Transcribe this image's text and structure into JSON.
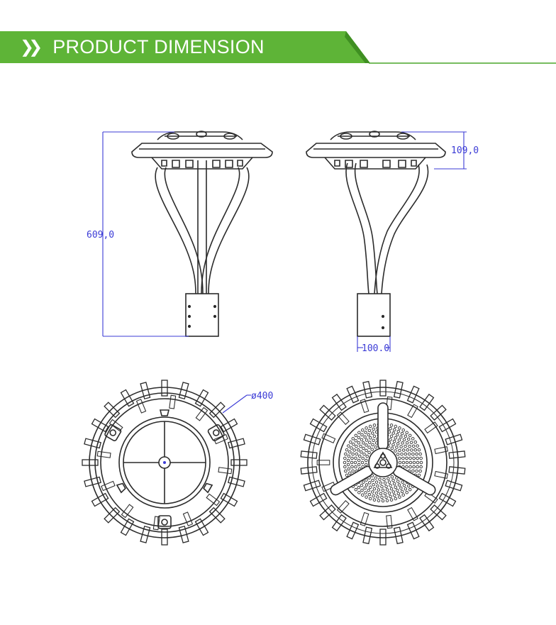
{
  "header": {
    "icon": "double-chevron-right-icon",
    "title": "PRODUCT DIMENSION",
    "accent_color": "#5eb437"
  },
  "dimensions": {
    "total_height": "609,0",
    "head_height": "109,0",
    "base_width": "100.0",
    "diameter": "ø400"
  },
  "colors": {
    "line": "#2b2b2b",
    "dimension": "#3b3bd6"
  }
}
